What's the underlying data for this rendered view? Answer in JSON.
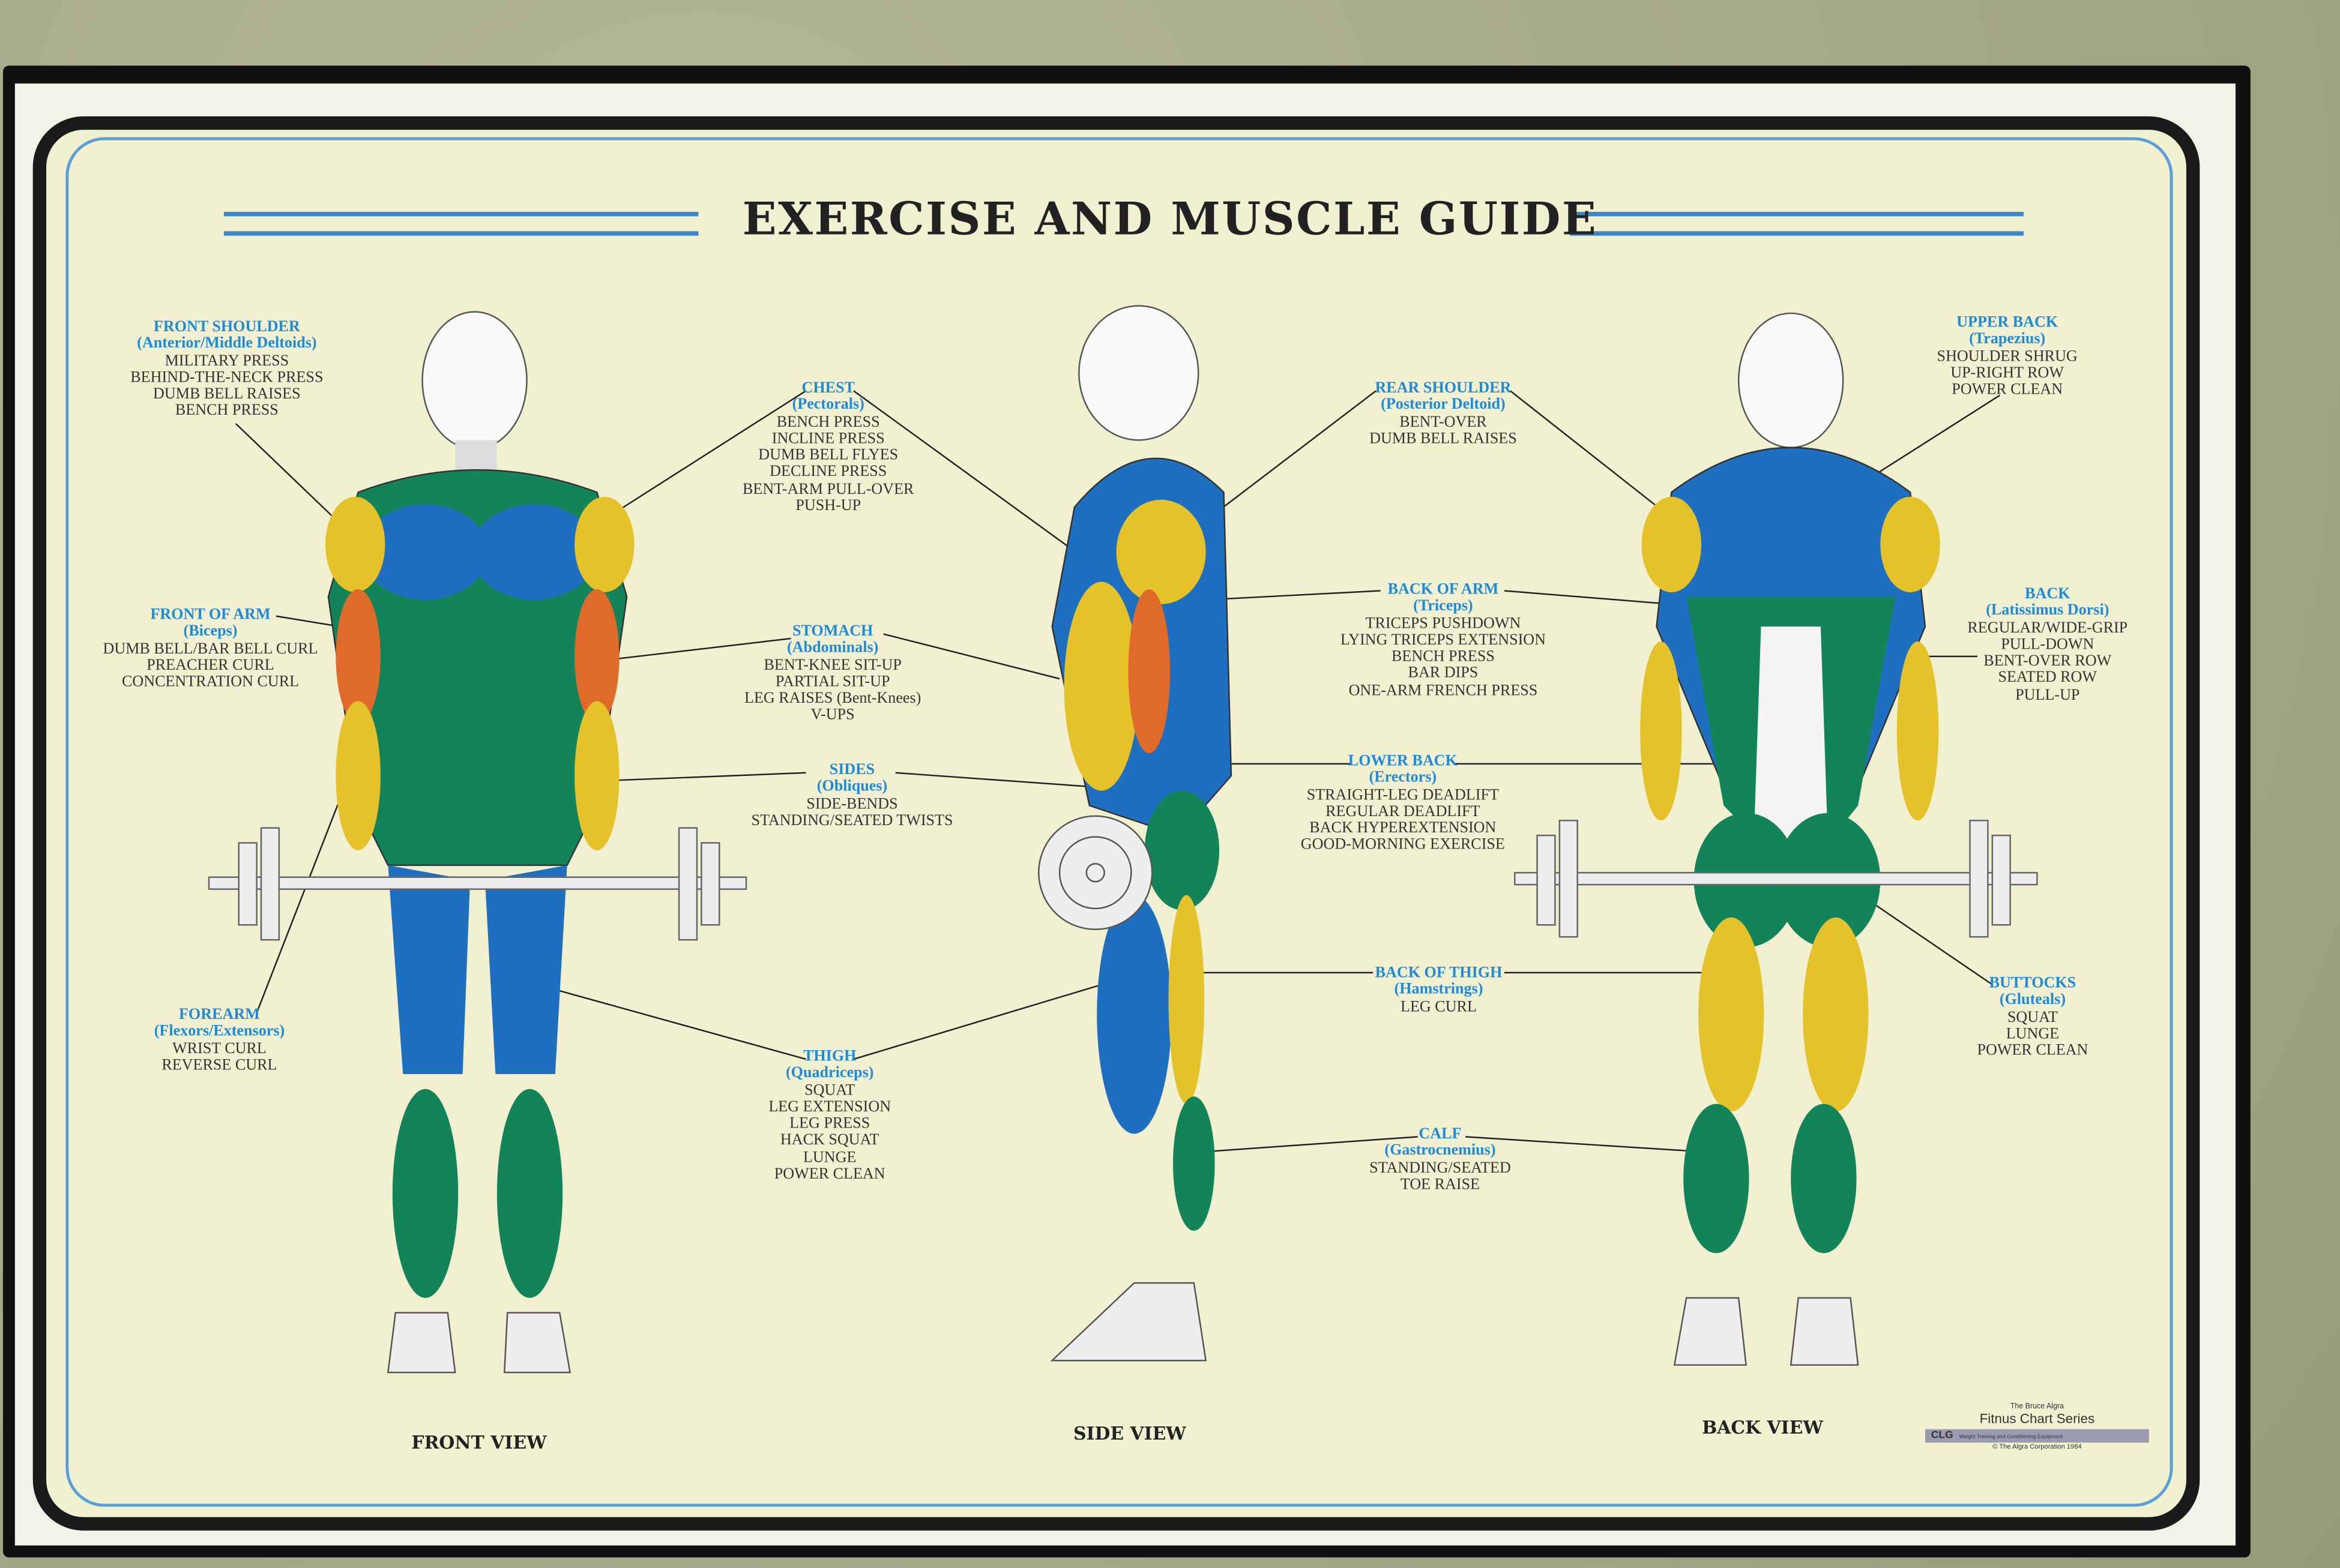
{
  "title": "EXERCISE AND MUSCLE GUIDE",
  "views": {
    "front": "FRONT VIEW",
    "side": "SIDE VIEW",
    "back": "BACK VIEW"
  },
  "labels": {
    "front_shoulder": {
      "name": "FRONT SHOULDER",
      "muscle": "(Anterior/Middle Deltoids)",
      "exercises": [
        "MILITARY PRESS",
        "BEHIND-THE-NECK PRESS",
        "DUMB BELL RAISES",
        "BENCH PRESS"
      ]
    },
    "front_arm": {
      "name": "FRONT OF ARM",
      "muscle": "(Biceps)",
      "exercises": [
        "DUMB BELL/BAR BELL CURL",
        "PREACHER CURL",
        "CONCENTRATION CURL"
      ]
    },
    "forearm": {
      "name": "FOREARM",
      "muscle": "(Flexors/Extensors)",
      "exercises": [
        "WRIST CURL",
        "REVERSE CURL"
      ]
    },
    "chest": {
      "name": "CHEST",
      "muscle": "(Pectorals)",
      "exercises": [
        "BENCH PRESS",
        "INCLINE PRESS",
        "DUMB BELL FLYES",
        "DECLINE PRESS",
        "BENT-ARM PULL-OVER",
        "PUSH-UP"
      ]
    },
    "stomach": {
      "name": "STOMACH",
      "muscle": "(Abdominals)",
      "exercises": [
        "BENT-KNEE SIT-UP",
        "PARTIAL SIT-UP",
        "LEG RAISES (Bent-Knees)",
        "V-UPS"
      ]
    },
    "sides": {
      "name": "SIDES",
      "muscle": "(Obliques)",
      "exercises": [
        "SIDE-BENDS",
        "STANDING/SEATED TWISTS"
      ]
    },
    "thigh": {
      "name": "THIGH",
      "muscle": "(Quadriceps)",
      "exercises": [
        "SQUAT",
        "LEG EXTENSION",
        "LEG PRESS",
        "HACK SQUAT",
        "LUNGE",
        "POWER CLEAN"
      ]
    },
    "rear_shoulder": {
      "name": "REAR SHOULDER",
      "muscle": "(Posterior Deltoid)",
      "exercises": [
        "BENT-OVER",
        "DUMB BELL RAISES"
      ]
    },
    "back_arm": {
      "name": "BACK OF ARM",
      "muscle": "(Triceps)",
      "exercises": [
        "TRICEPS PUSHDOWN",
        "LYING TRICEPS EXTENSION",
        "BENCH PRESS",
        "BAR DIPS",
        "ONE-ARM FRENCH PRESS"
      ]
    },
    "lower_back": {
      "name": "LOWER BACK",
      "muscle": "(Erectors)",
      "exercises": [
        "STRAIGHT-LEG DEADLIFT",
        "REGULAR DEADLIFT",
        "BACK HYPEREXTENSION",
        "GOOD-MORNING EXERCISE"
      ]
    },
    "back_thigh": {
      "name": "BACK OF THIGH",
      "muscle": "(Hamstrings)",
      "exercises": [
        "LEG CURL"
      ]
    },
    "calf": {
      "name": "CALF",
      "muscle": "(Gastrocnemius)",
      "exercises": [
        "STANDING/SEATED",
        "TOE RAISE"
      ]
    },
    "upper_back": {
      "name": "UPPER BACK",
      "muscle": "(Trapezius)",
      "exercises": [
        "SHOULDER SHRUG",
        "UP-RIGHT ROW",
        "POWER CLEAN"
      ]
    },
    "back": {
      "name": "BACK",
      "muscle": "(Latissimus Dorsi)",
      "exercises": [
        "REGULAR/WIDE-GRIP",
        "PULL-DOWN",
        "BENT-OVER ROW",
        "SEATED ROW",
        "PULL-UP"
      ]
    },
    "buttocks": {
      "name": "BUTTOCKS",
      "muscle": "(Gluteals)",
      "exercises": [
        "SQUAT",
        "LUNGE",
        "POWER CLEAN"
      ]
    }
  },
  "publisher": {
    "line1": "The Bruce Algra",
    "series": "Fitnus Chart Series",
    "code": "CLG",
    "desc": "Weight Training and Conditioning Equipment",
    "copyright": "© The Algra Corporation 1984"
  },
  "colors": {
    "blue": "#1f6fc0",
    "yellow": "#e6c22a",
    "green": "#13835a",
    "orange": "#e06a2a",
    "label": "#1f8ad8"
  }
}
